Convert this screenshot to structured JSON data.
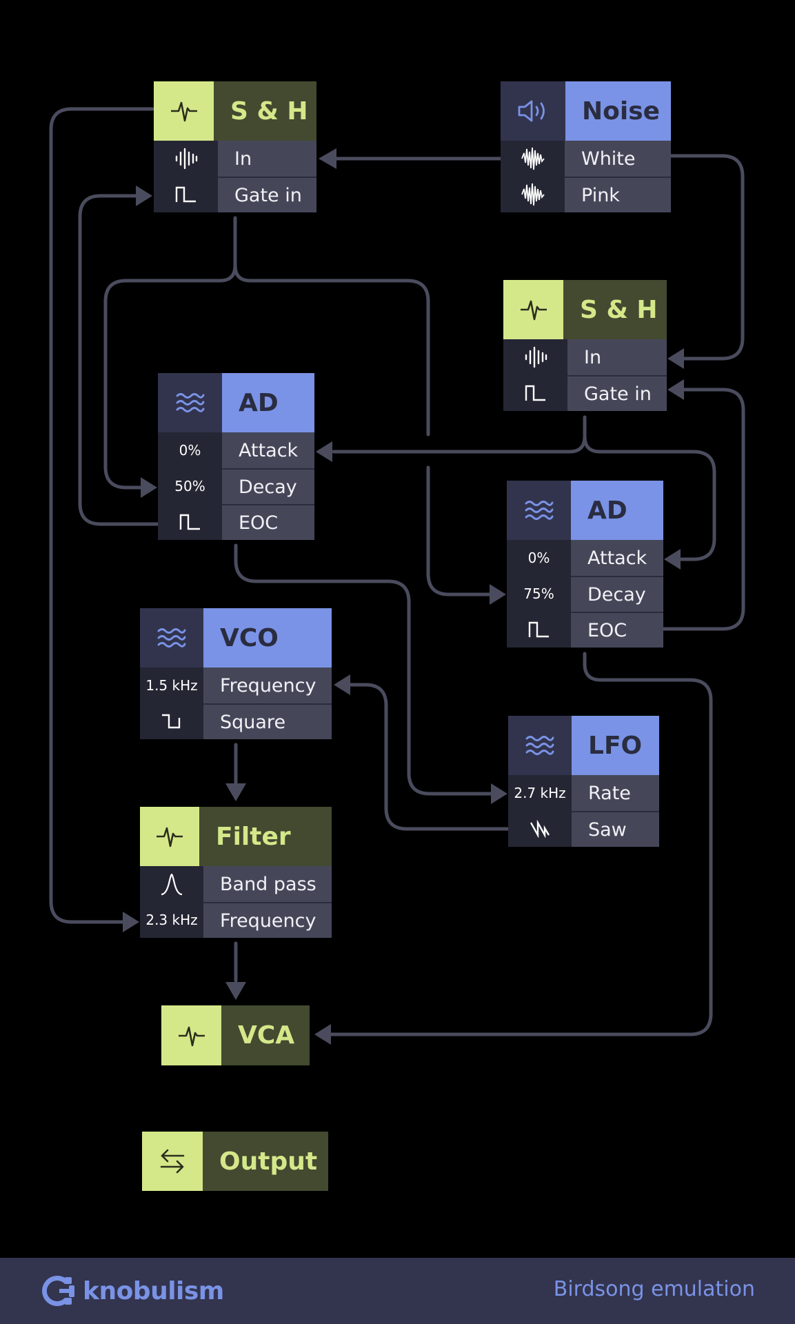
{
  "colors": {
    "background": "#000000",
    "wire": "#4a4c5e",
    "green_accent": "#d4e88a",
    "green_dark": "#434a30",
    "blue_accent": "#7a93e6",
    "blue_dark": "#32344e",
    "row_label_bg": "#454759",
    "row_icon_bg": "#252633",
    "footer_bg": "#33344e"
  },
  "modules": {
    "sh1": {
      "title": "S & H",
      "icon": "pulse-icon",
      "rows": [
        {
          "icon": "waveform-icon",
          "label": "In"
        },
        {
          "icon": "gate-icon",
          "label": "Gate in"
        }
      ]
    },
    "noise": {
      "title": "Noise",
      "icon": "speaker-icon",
      "rows": [
        {
          "icon": "noise-icon",
          "label": "White"
        },
        {
          "icon": "noise-icon",
          "label": "Pink"
        }
      ]
    },
    "sh2": {
      "title": "S & H",
      "icon": "pulse-icon",
      "rows": [
        {
          "icon": "waveform-icon",
          "label": "In"
        },
        {
          "icon": "gate-icon",
          "label": "Gate in"
        }
      ]
    },
    "ad1": {
      "title": "AD",
      "icon": "waves-icon",
      "rows": [
        {
          "value": "0%",
          "label": "Attack"
        },
        {
          "value": "50%",
          "label": "Decay"
        },
        {
          "icon": "gate-icon",
          "label": "EOC"
        }
      ]
    },
    "ad2": {
      "title": "AD",
      "icon": "waves-icon",
      "rows": [
        {
          "value": "0%",
          "label": "Attack"
        },
        {
          "value": "75%",
          "label": "Decay"
        },
        {
          "icon": "gate-icon",
          "label": "EOC"
        }
      ]
    },
    "vco": {
      "title": "VCO",
      "icon": "waves-icon",
      "rows": [
        {
          "value": "1.5 kHz",
          "label": "Frequency"
        },
        {
          "icon": "square-wave-icon",
          "label": "Square"
        }
      ]
    },
    "lfo": {
      "title": "LFO",
      "icon": "waves-icon",
      "rows": [
        {
          "value": "2.7 kHz",
          "label": "Rate"
        },
        {
          "icon": "saw-wave-icon",
          "label": "Saw"
        }
      ]
    },
    "filter": {
      "title": "Filter",
      "icon": "pulse-icon",
      "rows": [
        {
          "icon": "bandpass-icon",
          "label": "Band pass"
        },
        {
          "value": "2.3 kHz",
          "label": "Frequency"
        }
      ]
    },
    "vca": {
      "title": "VCA",
      "icon": "pulse-icon"
    },
    "output": {
      "title": "Output",
      "icon": "swap-arrows-icon"
    }
  },
  "footer": {
    "brand": "knobulism",
    "caption": "Birdsong emulation"
  }
}
